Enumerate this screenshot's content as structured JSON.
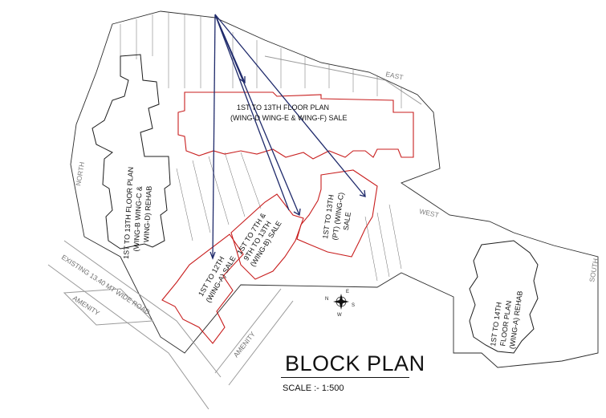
{
  "title": "BLOCK PLAN",
  "scale": "SCALE :- 1:500",
  "buildings": {
    "wing_def": [
      "1ST TO 13TH FLOOR PLAN",
      "(WING-D  WING-E & WING-F) SALE"
    ],
    "wing_bcd_rehab": [
      "1ST TO 13TH FLOOR PLAN",
      "(WING-B  WING-C &",
      "WING-D) REHAB"
    ],
    "wing_a_sale": [
      "1ST TO 12TH",
      "(WING-A) SALE"
    ],
    "wing_b_sale": [
      "1ST TO 7TH &",
      "9TH TO 13TH",
      "(WING-B) SALE"
    ],
    "wing_c_sale": [
      "1ST TO 13TH",
      "(PT) (WING-C)",
      "SALE"
    ],
    "wing_a_rehab": [
      "1ST TO 14TH",
      "FLOOR PLAN",
      "(WING-A) REHAB"
    ]
  },
  "road_labels": {
    "main_road": "EXISTING 13.40 MT WIDE ROAD",
    "amenity_1": "AMENITY",
    "amenity_2": "AMENITY"
  },
  "direction_labels": {
    "north": "NORTH",
    "east": "EAST",
    "west": "WEST",
    "south": "SOUTH"
  },
  "compass": {
    "n": "N",
    "w": "W",
    "e": "E",
    "s": "S"
  },
  "colors": {
    "sale_outline": "#c81e1e",
    "arrow": "#1f2a6b",
    "boundary": "#2a2a2a"
  }
}
